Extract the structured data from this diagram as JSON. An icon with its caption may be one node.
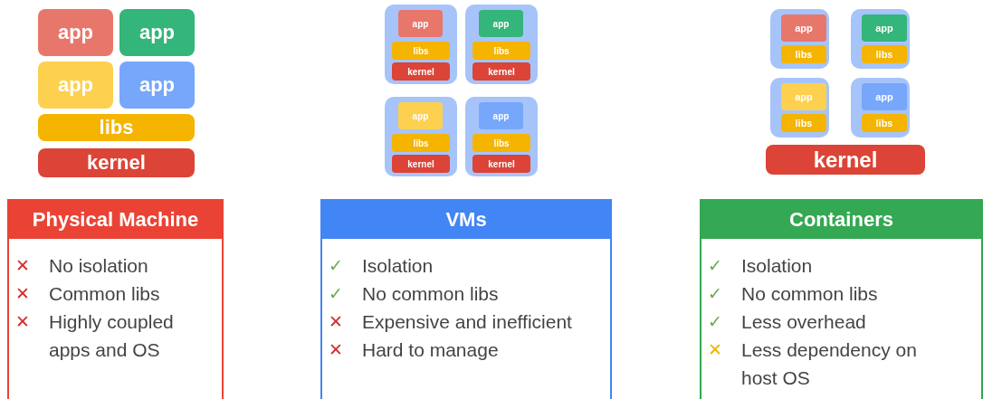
{
  "diagram": {
    "nodes": [
      {
        "text": [
          "app"
        ]
      },
      {
        "text": [
          "app"
        ]
      },
      {
        "text": [
          "app"
        ]
      },
      {
        "text": [
          "app"
        ]
      },
      {
        "text": [
          "libs"
        ]
      },
      {
        "text": [
          "kernel"
        ]
      },
      {
        "text": [],
        "shape": "box"
      },
      {
        "text": [
          "app"
        ],
        "in": 6
      },
      {
        "text": [
          "libs"
        ],
        "in": 6
      },
      {
        "text": [
          "kernel"
        ],
        "in": 6
      },
      {
        "text": [],
        "shape": "box"
      },
      {
        "text": [
          "app"
        ],
        "in": 10
      },
      {
        "text": [
          "libs"
        ],
        "in": 10
      },
      {
        "text": [
          "kernel"
        ],
        "in": 10
      },
      {
        "text": [],
        "shape": "box"
      },
      {
        "text": [
          "app"
        ],
        "in": 14
      },
      {
        "text": [
          "libs"
        ],
        "in": 14
      },
      {
        "text": [
          "kernel"
        ],
        "in": 14
      },
      {
        "text": [],
        "shape": "box"
      },
      {
        "text": [
          "app"
        ],
        "in": 18
      },
      {
        "text": [
          "libs"
        ],
        "in": 18
      },
      {
        "text": [
          "kernel"
        ],
        "in": 18
      },
      {
        "text": [],
        "shape": "box"
      },
      {
        "text": [
          "app"
        ],
        "in": 22
      },
      {
        "text": [
          "libs"
        ],
        "in": 22
      },
      {
        "text": [],
        "shape": "box"
      },
      {
        "text": [
          "app"
        ],
        "in": 25
      },
      {
        "text": [
          "libs"
        ],
        "in": 25
      },
      {
        "text": [],
        "shape": "box"
      },
      {
        "text": [
          "app"
        ],
        "in": 28
      },
      {
        "text": [
          "libs"
        ],
        "in": 28
      },
      {
        "text": [],
        "shape": "box"
      },
      {
        "text": [
          "app"
        ],
        "in": 31
      },
      {
        "text": [
          "libs"
        ],
        "in": 31
      },
      {
        "text": [
          "kernel"
        ]
      },
      {
        "text": [
          "Physical Machine"
        ]
      },
      {
        "text": [
          "✕",
          "No isolation"
        ],
        "in": 35
      },
      {
        "text": [
          "✕",
          "Common libs"
        ],
        "in": 35
      },
      {
        "text": [
          "✕",
          "Highly coupled apps and OS"
        ],
        "in": 35
      },
      {
        "text": [
          "VMs"
        ]
      },
      {
        "text": [
          "✓",
          "Isolation"
        ],
        "in": 39
      },
      {
        "text": [
          "✓",
          "No common libs"
        ],
        "in": 39
      },
      {
        "text": [
          "✕",
          "Expensive and inefficient"
        ],
        "in": 39
      },
      {
        "text": [
          "✕",
          "Hard to manage"
        ],
        "in": 39
      },
      {
        "text": [
          "Containers"
        ]
      },
      {
        "text": [
          "✓",
          "Isolation"
        ],
        "in": 44
      },
      {
        "text": [
          "✓",
          "No common libs"
        ],
        "in": 44
      },
      {
        "text": [
          "✓",
          "Less overhead"
        ],
        "in": 44
      },
      {
        "text": [
          "✕",
          "Less dependency on host OS"
        ],
        "in": 44
      }
    ]
  }
}
